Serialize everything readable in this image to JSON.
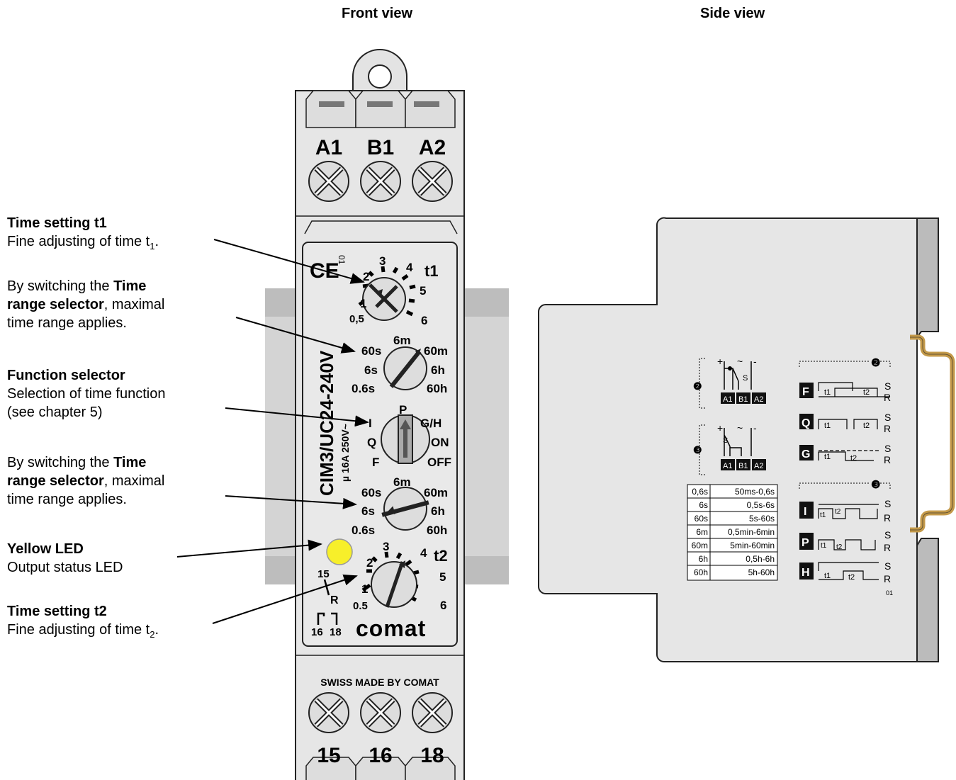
{
  "headers": {
    "front": "Front view",
    "side": "Side view"
  },
  "labels": {
    "t1": {
      "title": "Time setting t1",
      "desc_pre": "Fine adjusting of time t",
      "desc_sub": "1",
      "desc_post": "."
    },
    "range1": {
      "pre": "By switching the ",
      "bold1": "Time",
      "bold2": "range selector",
      "post1": ", maximal",
      "line3": "time range applies."
    },
    "func": {
      "title": "Function selector",
      "line2": "Selection of time function",
      "line3": "(see chapter 5)"
    },
    "range2": {
      "pre": "By switching the ",
      "bold1": "Time",
      "bold2": "range selector",
      "post1": ", maximal",
      "line3": "time range applies."
    },
    "led": {
      "title": "Yellow LED",
      "desc": "Output status LED"
    },
    "t2": {
      "title": "Time setting t2",
      "desc_pre": "Fine adjusting of time t",
      "desc_sub": "2",
      "desc_post": "."
    }
  },
  "front": {
    "top_terminals": [
      "A1",
      "B1",
      "A2"
    ],
    "bottom_terminals": [
      "15",
      "16",
      "18"
    ],
    "model": "CIM3/UC24-240V",
    "rating": "µ 16A 250V~",
    "ce": "CE",
    "ce_num": "01",
    "dial_t1": {
      "name": "t1",
      "ticks": [
        "0,5",
        "1",
        "2",
        "3",
        "4",
        "5",
        "6"
      ]
    },
    "dial_range1": {
      "left": [
        "60s",
        "6s",
        "0.6s"
      ],
      "top": "6m",
      "right": [
        "60m",
        "6h",
        "60h"
      ]
    },
    "dial_func": {
      "left": [
        "I",
        "Q",
        "F"
      ],
      "top": "P",
      "right": [
        "G/H",
        "ON",
        "OFF"
      ]
    },
    "dial_range2": {
      "left": [
        "60s",
        "6s",
        "0.6s"
      ],
      "top": "6m",
      "right": [
        "60m",
        "6h",
        "60h"
      ]
    },
    "dial_t2": {
      "name": "t2",
      "ticks": [
        "0.5",
        "1",
        "2",
        "3",
        "4",
        "5",
        "6"
      ]
    },
    "relay": {
      "c": "15",
      "r": "R",
      "no": "16",
      "nc": "18"
    },
    "brand": "comat",
    "swiss": "SWISS MADE BY COMAT",
    "led_color": "#f7ef2a"
  },
  "side": {
    "wiring2_label": "❷",
    "wiring3_label": "❸",
    "wiring_terms": [
      "A1",
      "B1",
      "A2"
    ],
    "wiring_symbols": {
      "plus": "+",
      "ac": "~",
      "minus": "-",
      "s": "S"
    },
    "table": [
      [
        "0,6s",
        "50ms-0,6s"
      ],
      [
        "6s",
        "0,5s-6s"
      ],
      [
        "60s",
        "5s-60s"
      ],
      [
        "6m",
        "0,5min-6min"
      ],
      [
        "60m",
        "5min-60min"
      ],
      [
        "6h",
        "0,5h-6h"
      ],
      [
        "60h",
        "5h-60h"
      ]
    ],
    "group2_label": "❷",
    "group3_label": "❸",
    "functions": [
      "F",
      "Q",
      "G",
      "I",
      "P",
      "H"
    ],
    "sr": [
      "S",
      "R"
    ],
    "t_labels": [
      "t1",
      "t2"
    ],
    "footnote": "01"
  }
}
